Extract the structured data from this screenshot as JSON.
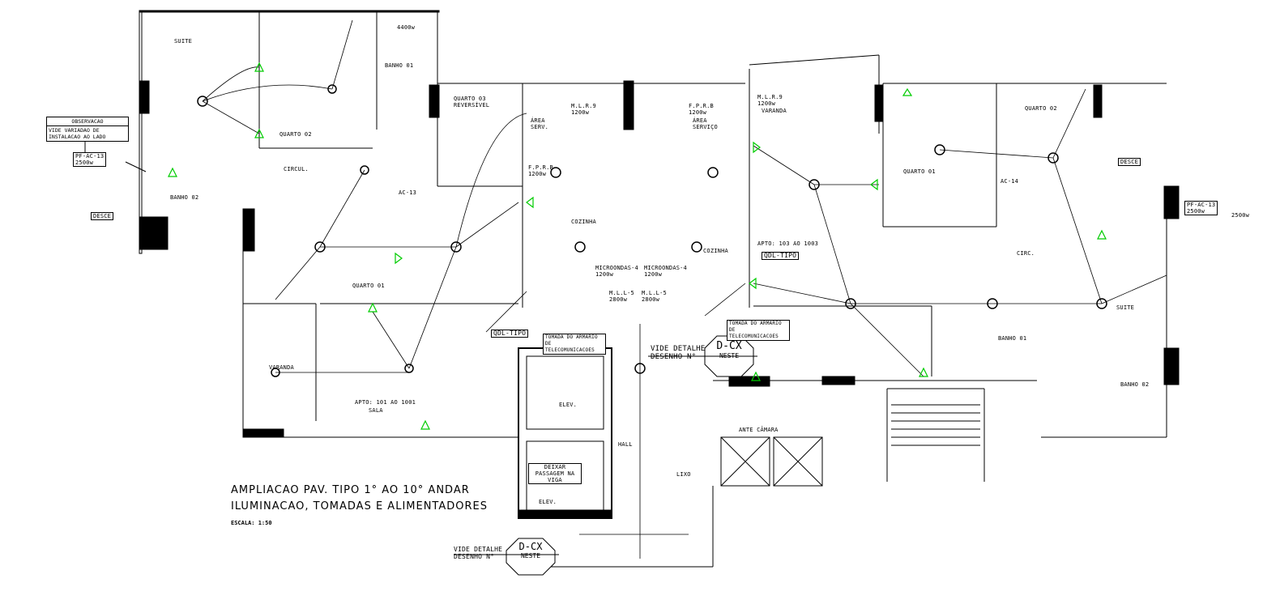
{
  "title": {
    "line1": "AMPLIACAO PAV. TIPO 1° AO 10° ANDAR",
    "line2": "ILUMINACAO, TOMADAS E ALIMENTADORES",
    "scale": "ESCALA: 1:50"
  },
  "observation": {
    "heading": "OBSERVACAO",
    "text": "VIDE VARIADAO DE INSTALACAO AO LADO"
  },
  "rooms": [
    {
      "name": "SUITE"
    },
    {
      "name": "QUARTO 02"
    },
    {
      "name": "CIRCUL."
    },
    {
      "name": "BANHO 01"
    },
    {
      "name": "QUARTO 03 REVERSÍVEL"
    },
    {
      "name": "ÁREA SERV."
    },
    {
      "name": "BANHO 02"
    },
    {
      "name": "QUARTO 01"
    },
    {
      "name": "VARANDA"
    },
    {
      "name": "APTO: 101 AO 1001"
    },
    {
      "name": "SALA"
    },
    {
      "name": "COZINHA"
    },
    {
      "name": "COZINHA"
    },
    {
      "name": "ÁREA SERVIÇO"
    },
    {
      "name": "APTO: 103 AO 1003"
    },
    {
      "name": "VARANDA"
    },
    {
      "name": "QUARTO 01"
    },
    {
      "name": "QUARTO 02"
    },
    {
      "name": "SUITE"
    },
    {
      "name": "BANHO 01"
    },
    {
      "name": "BANHO 02"
    },
    {
      "name": "CIRC."
    },
    {
      "name": "HALL"
    },
    {
      "name": "ANTE CÂMARA"
    },
    {
      "name": "LIXO"
    },
    {
      "name": "ELEV."
    },
    {
      "name": "ELEV."
    }
  ],
  "annotations": {
    "pf_ac_left": "PF-AC-13",
    "pf_ac_left_power": "2500w",
    "pf_ac_right": "PF-AC-13",
    "pf_ac_right_power": "2500w",
    "power_right": "2500w",
    "desce_left": "DESCE",
    "desce_right": "DESCE",
    "qdl_left": "QDL-TIPO",
    "qdl_right": "QDL-TIPO",
    "telecom_left": "TOMADA DO ARMARIO DE TELECOMUNICACOES",
    "telecom_right": "TOMADA DO ARMARIO DE TELECOMUNICACOES",
    "microwave_left": "MICROONDAS-4",
    "microwave_right": "MICROONDAS-4",
    "microwave_power": "1200w",
    "mll_left": "M.L.L-5",
    "mll_right": "M.L.L-5",
    "mll_power": "2800w",
    "mlr_left": "M.L.R.9",
    "mlr_right": "M.L.R.9",
    "mlr_power": "1200w",
    "fprb_left": "F.P.R.B",
    "fprb_right": "F.P.R.B",
    "fprb_power": "1200w",
    "shower_power": "4400w",
    "beam": "DEIXAR PASSAGEM NA VIGA",
    "ac13": "AC-13",
    "ac14": "AC-14"
  },
  "detail_refs": [
    {
      "vide": "VIDE DETALHE",
      "desenho": "DESENHO N°",
      "code": "D-CX",
      "where": "NESTE"
    },
    {
      "vide": "VIDE DETALHE",
      "desenho": "DESENHO N°",
      "code": "D-CX",
      "where": "NESTE"
    }
  ],
  "colors": {
    "lines": "#000000",
    "outlet_marker": "#00cc00",
    "wall_fill": "#000000"
  }
}
